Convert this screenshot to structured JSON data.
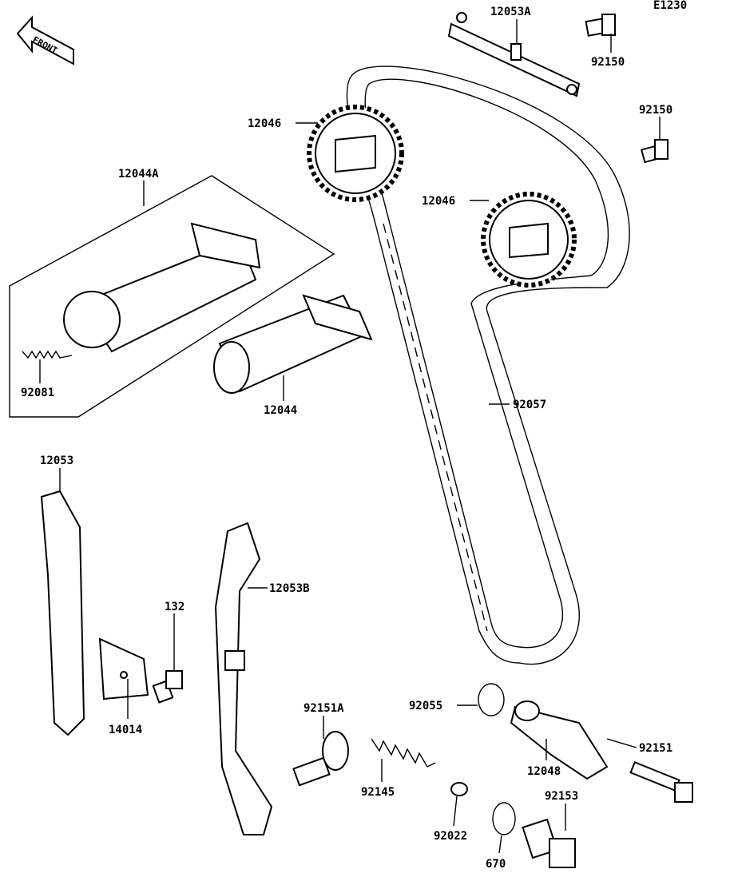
{
  "diagram_code": "E1230",
  "front_badge": "FRONT",
  "parts": [
    {
      "id": "12053A"
    },
    {
      "id": "92150"
    },
    {
      "id": "92150"
    },
    {
      "id": "12046"
    },
    {
      "id": "12046"
    },
    {
      "id": "12044A"
    },
    {
      "id": "92081"
    },
    {
      "id": "12044"
    },
    {
      "id": "92057"
    },
    {
      "id": "12053"
    },
    {
      "id": "12053B"
    },
    {
      "id": "132"
    },
    {
      "id": "14014"
    },
    {
      "id": "92151A"
    },
    {
      "id": "92055"
    },
    {
      "id": "12048"
    },
    {
      "id": "92151"
    },
    {
      "id": "92145"
    },
    {
      "id": "92153"
    },
    {
      "id": "92022"
    },
    {
      "id": "670"
    }
  ]
}
